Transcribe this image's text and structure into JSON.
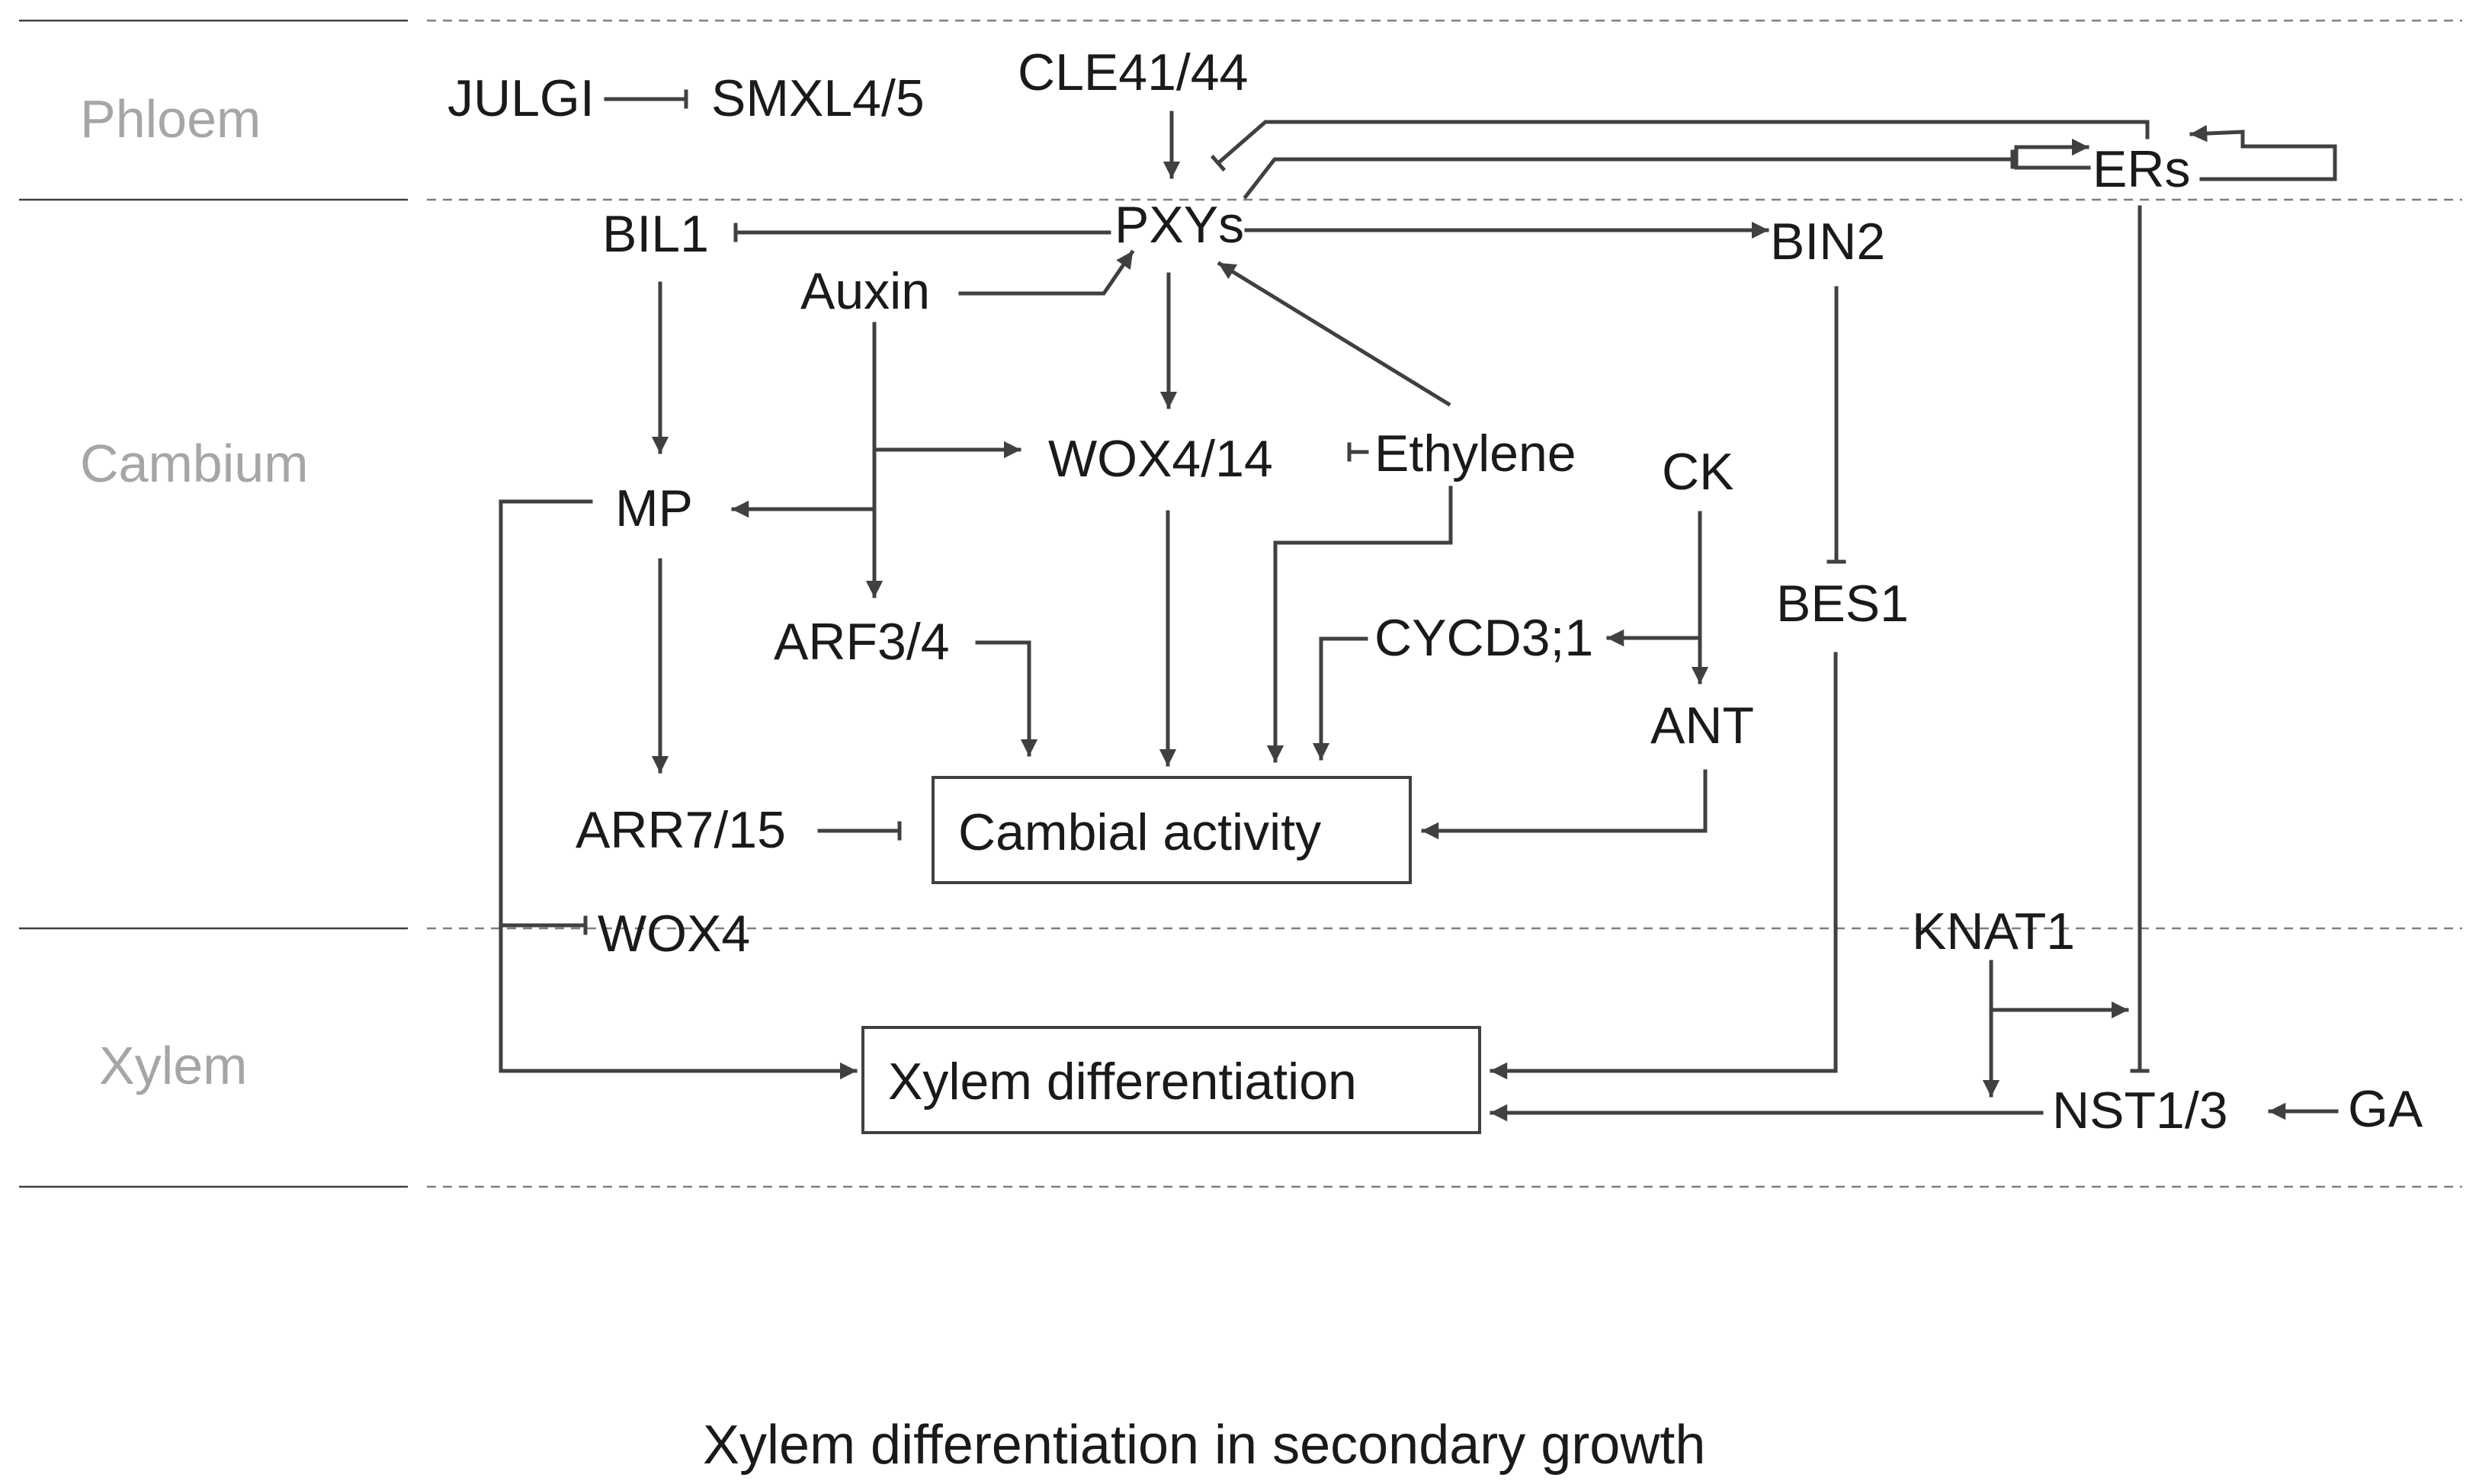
{
  "regions": {
    "phloem": "Phloem",
    "cambium": "Cambium",
    "xylem": "Xylem"
  },
  "nodes": {
    "julgi": "JULGI",
    "smxl45": "SMXL4/5",
    "cle4144": "CLE41/44",
    "ers": "ERs",
    "bil1": "BIL1",
    "pxys": "PXYs",
    "bin2": "BIN2",
    "auxin": "Auxin",
    "mp": "MP",
    "wox414": "WOX4/14",
    "ethylene": "Ethylene",
    "ck": "CK",
    "arf34": "ARF3/4",
    "cycd31": "CYCD3;1",
    "bes1": "BES1",
    "ant": "ANT",
    "arr715": "ARR7/15",
    "cambial_activity": "Cambial activity",
    "wox4": "WOX4",
    "knat1": "KNAT1",
    "xylem_diff": "Xylem differentiation",
    "nst13": "NST1/3",
    "ga": "GA"
  },
  "caption": "Xylem differentiation in secondary growth",
  "colors": {
    "line": "#404040",
    "region_label": "#a6a6a6",
    "text": "#1a1a1a"
  }
}
